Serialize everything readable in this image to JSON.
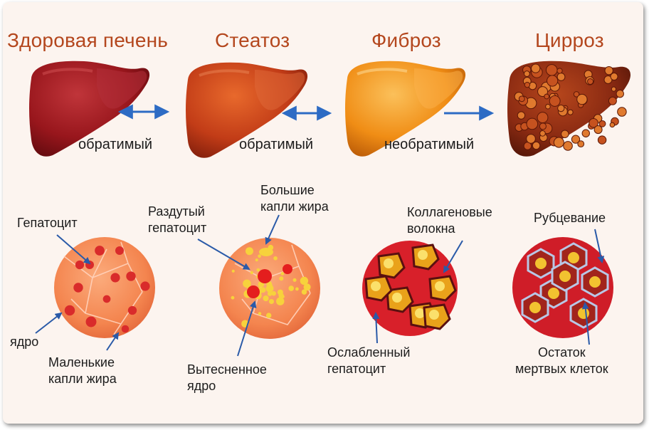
{
  "stages": [
    {
      "title": "Здоровая печень",
      "status": "обратимый"
    },
    {
      "title": "Стеатоз",
      "status": "обратимый"
    },
    {
      "title": "Фиброз",
      "status": "необратимый"
    },
    {
      "title": "Цирроз"
    }
  ],
  "labels": {
    "hepatocyte": "Гепатоцит",
    "nucleus": "ядро",
    "small_fat_1": "Маленькие",
    "small_fat_2": "капли жира",
    "swollen_1": "Раздутый",
    "swollen_2": "гепатоцит",
    "big_fat_1": "Большие",
    "big_fat_2": "капли жира",
    "displaced_1": "Вытесненное",
    "displaced_2": "ядро",
    "collagen_1": "Коллагеновые",
    "collagen_2": "волокна",
    "weakened_1": "Ослабленный",
    "weakened_2": "гепатоцит",
    "scarring": "Рубцевание",
    "dead_1": "Остаток",
    "dead_2": "мертвых клеток"
  },
  "colors": {
    "title": "#b4471e",
    "arrow": "#2d6bc4",
    "healthy_liver": "#9b1b1f",
    "steatosis_liver": "#c8401a",
    "fibrosis_liver": "#f08a14",
    "cirrhosis_liver": "#8a2a12"
  }
}
